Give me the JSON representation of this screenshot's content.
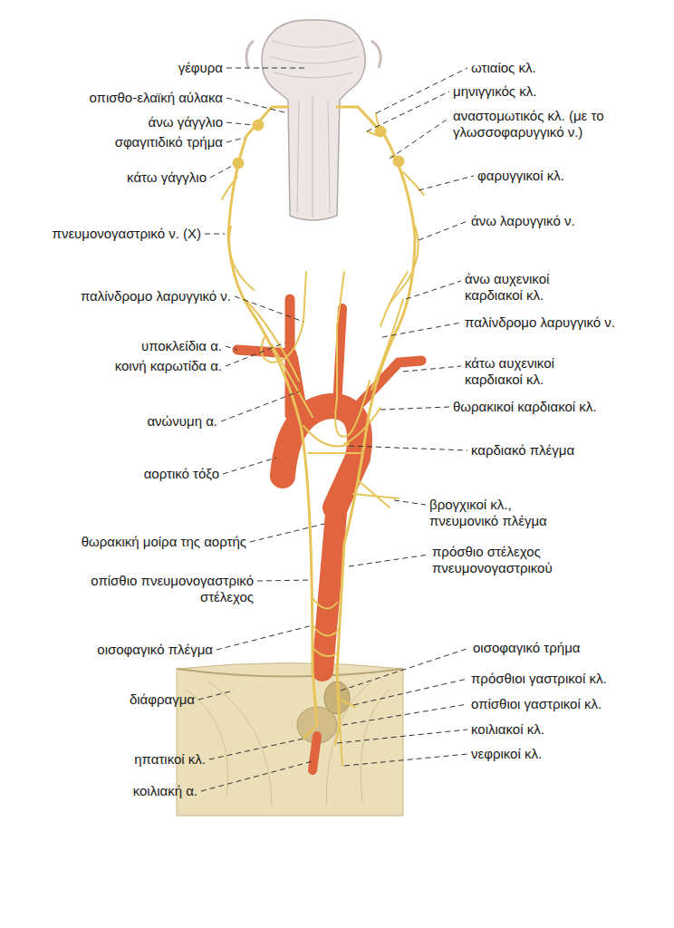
{
  "diagram": {
    "labels": [
      "γέφυρα",
      "ωτιαίος κλ.",
      "μηνιγγικός κλ.",
      "οπισθο-ελαϊκή αύλακα",
      "αναστομωτικός κλ. (με το γλωσσοφαρυγγικό ν.)",
      "άνω γάγγλιο",
      "σφαγιτιδικό τρήμα",
      "φαρυγγικοί κλ.",
      "κάτω γάγγλιο",
      "άνω λαρυγγικό ν.",
      "πνευμονογαστρικό ν. (X)",
      "άνω αυχενικοί καρδιακοί κλ.",
      "παλίνδρομο λαρυγγικό ν.",
      "παλίνδρομο λαρυγγικό ν.",
      "υποκλείδια α.",
      "κάτω αυχενικοί καρδιακοί κλ.",
      "κοινή καρωτίδα α.",
      "θωρακικοί καρδιακοί κλ.",
      "ανώνυμη α.",
      "καρδιακό πλέγμα",
      "αορτικό τόξο",
      "βρογχικοί κλ., πνευμονικό πλέγμα",
      "θωρακική μοίρα της αορτής",
      "πρόσθιο στέλεχος πνευμονογαστρικού",
      "οπίσθιο πνευμονογαστρικό στέλεχος",
      "οισοφαγικό τρήμα",
      "οισοφαγικό πλέγμα",
      "πρόσθιοι γαστρικοί κλ.",
      "διάφραγμα",
      "οπίσθιοι γαστρικοί κλ.",
      "κοιλιακοί κλ.",
      "νεφρικοί κλ.",
      "ηπατικοί κλ.",
      "κοιλιακή α."
    ]
  }
}
